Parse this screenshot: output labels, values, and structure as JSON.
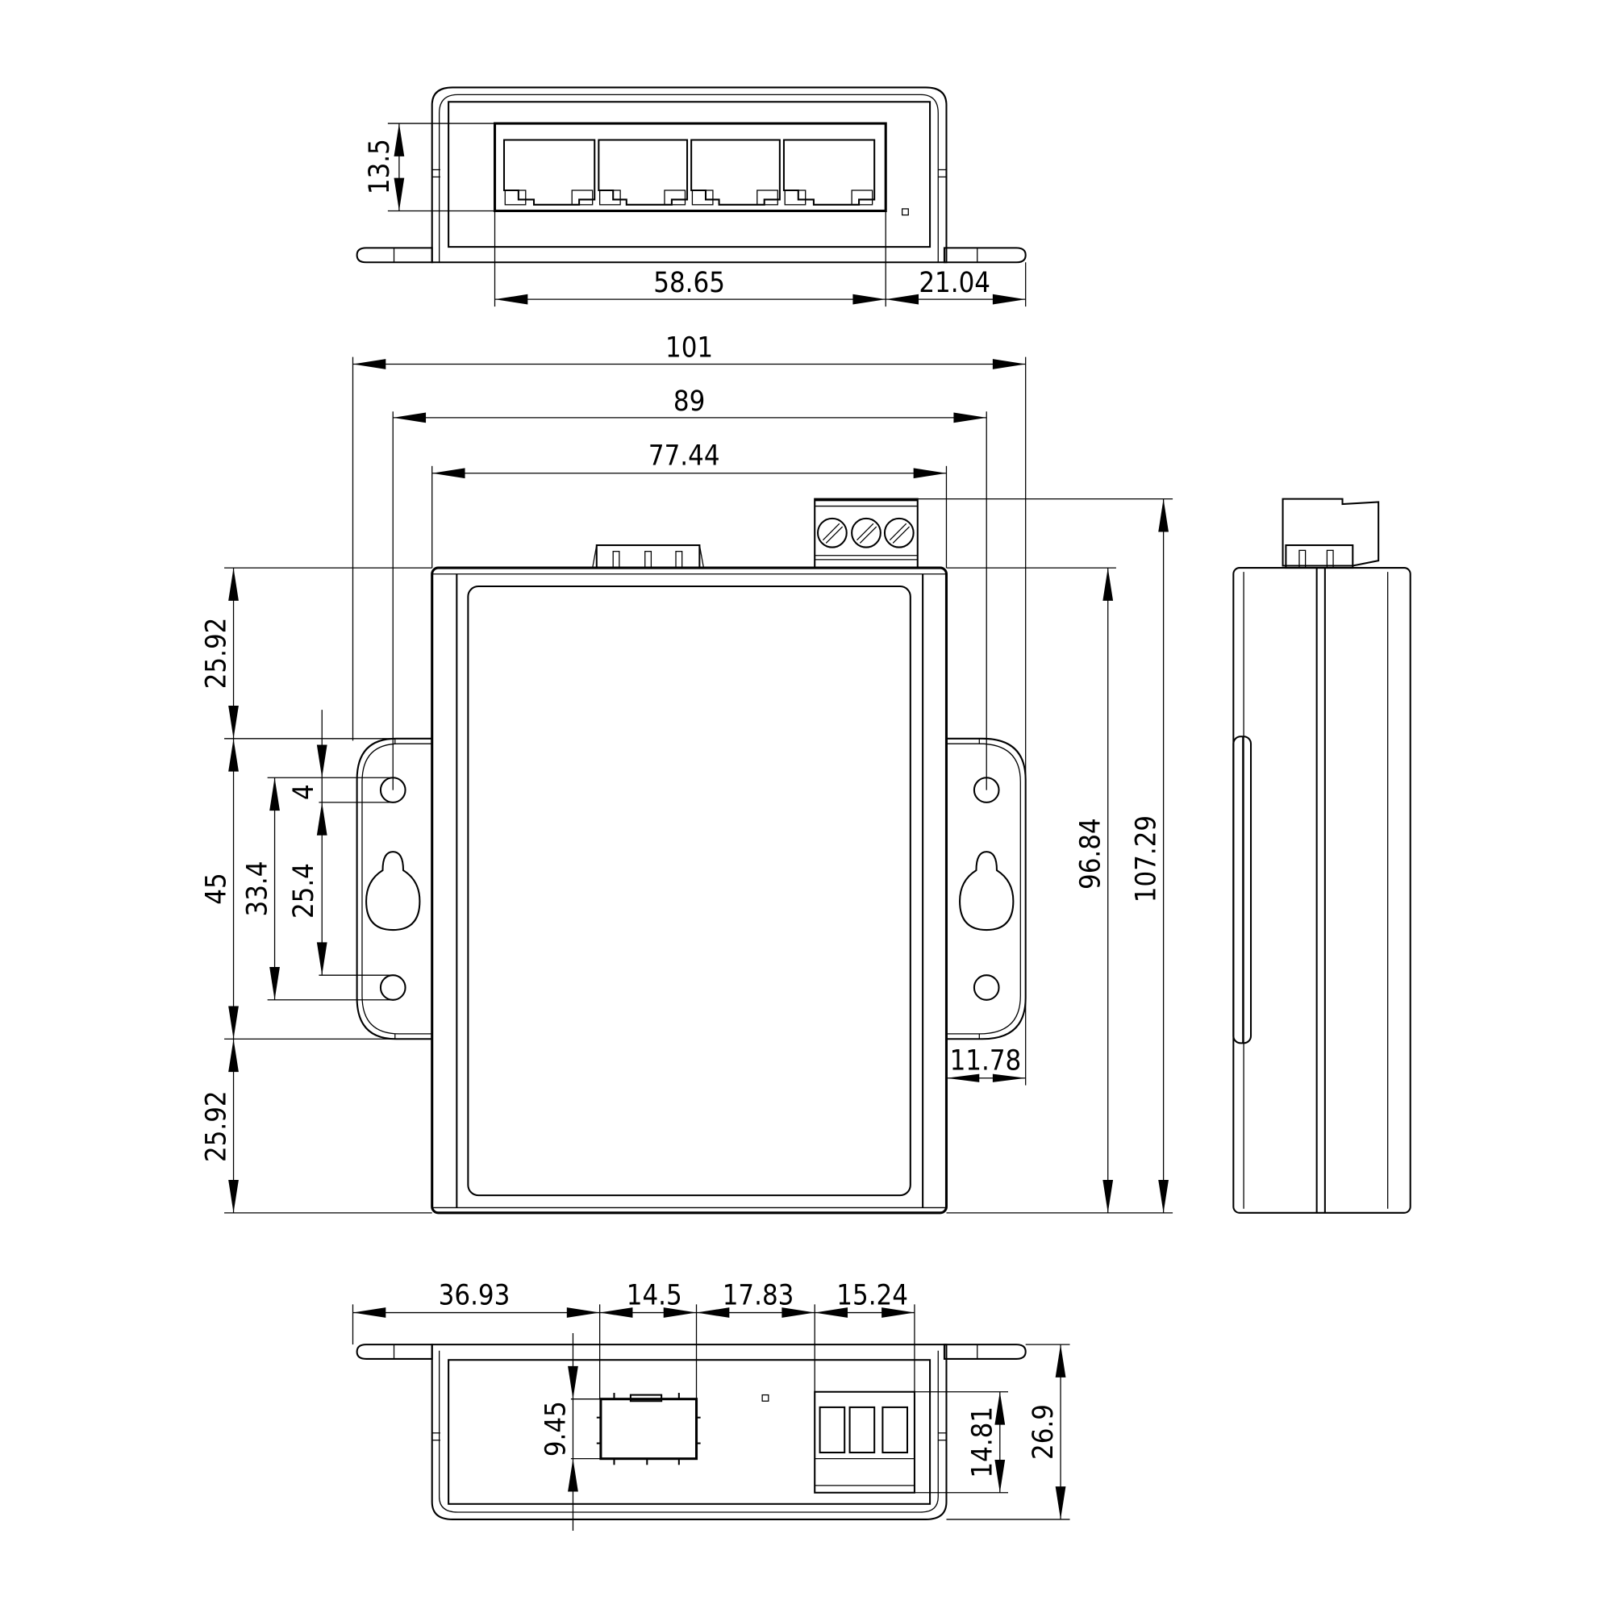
{
  "drawing": {
    "type": "technical dimension drawing",
    "units": "mm",
    "views": [
      "top-view",
      "front-view",
      "side-view",
      "bottom-view"
    ]
  },
  "top_view": {
    "port_count": 4,
    "dims": {
      "port_height": "13.5",
      "port_block_width": "58.65",
      "right_offset": "21.04"
    }
  },
  "front_view": {
    "dims": {
      "overall_width": "101",
      "mount_hole_spacing": "89",
      "body_width": "77.44",
      "top_to_flange": "25.92",
      "flange_height": "45",
      "hole_outer_span": "33.4",
      "hole_pitch": "25.4",
      "hole_diameter": "4",
      "flange_to_bottom": "25.92",
      "flange_width": "11.78",
      "body_height": "96.84",
      "overall_height": "107.29"
    }
  },
  "bottom_view": {
    "dims": {
      "left_to_connector": "36.93",
      "connector_width": "14.5",
      "gap": "17.83",
      "terminal_width": "15.24",
      "connector_height": "9.45",
      "terminal_height": "14.81",
      "overall_depth": "26.9"
    }
  }
}
